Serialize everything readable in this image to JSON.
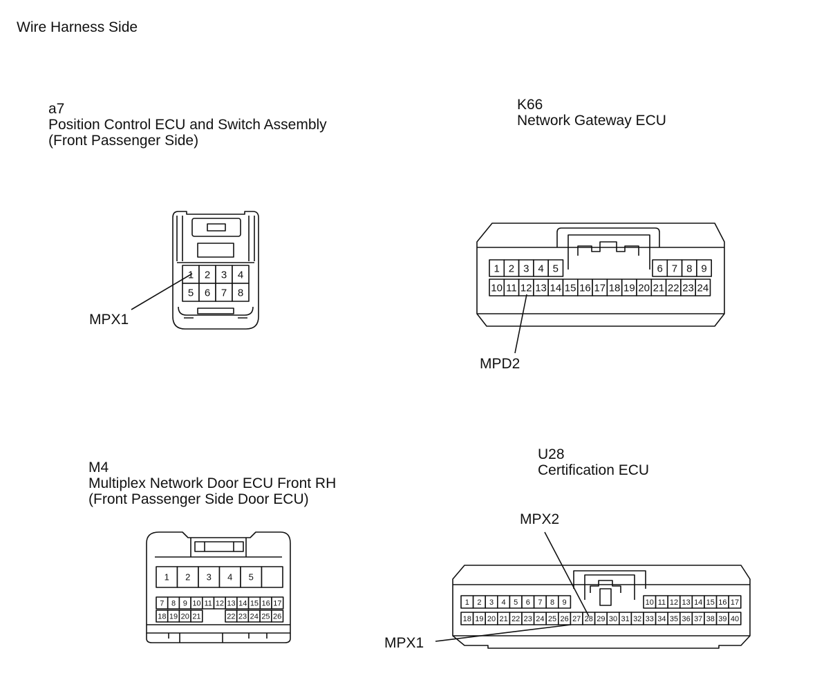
{
  "title": "Wire Harness Side",
  "connectors": {
    "a7": {
      "code": "a7",
      "name": "Position Control ECU and Switch Assembly",
      "note": "(Front Passenger Side)",
      "pins": [
        [
          "1",
          "2",
          "3",
          "4"
        ],
        [
          "5",
          "6",
          "7",
          "8"
        ]
      ],
      "callouts": [
        "MPX1"
      ]
    },
    "k66": {
      "code": "K66",
      "name": "Network Gateway ECU",
      "pins_top": [
        "1",
        "2",
        "3",
        "4",
        "5",
        "6",
        "7",
        "8",
        "9"
      ],
      "pins_bottom": [
        "10",
        "11",
        "12",
        "13",
        "14",
        "15",
        "16",
        "17",
        "18",
        "19",
        "20",
        "21",
        "22",
        "23",
        "24"
      ],
      "callouts": [
        "MPD2"
      ]
    },
    "m4": {
      "code": "M4",
      "name": "Multiplex Network Door ECU Front RH",
      "note": "(Front Passenger Side Door ECU)",
      "pins_large": [
        "1",
        "2",
        "3",
        "4",
        "5"
      ],
      "pins_row2": [
        "7",
        "8",
        "9",
        "10",
        "11",
        "12",
        "13",
        "14",
        "15",
        "16",
        "17"
      ],
      "pins_row3_left": [
        "18",
        "19",
        "20",
        "21"
      ],
      "pins_row3_right": [
        "22",
        "23",
        "24",
        "25",
        "26"
      ]
    },
    "u28": {
      "code": "U28",
      "name": "Certification ECU",
      "pins_top_left": [
        "1",
        "2",
        "3",
        "4",
        "5",
        "6",
        "7",
        "8",
        "9"
      ],
      "pins_top_right": [
        "10",
        "11",
        "12",
        "13",
        "14",
        "15",
        "16",
        "17"
      ],
      "pins_bottom": [
        "18",
        "19",
        "20",
        "21",
        "22",
        "23",
        "24",
        "25",
        "26",
        "27",
        "28",
        "29",
        "30",
        "31",
        "32",
        "33",
        "34",
        "35",
        "36",
        "37",
        "38",
        "39",
        "40"
      ],
      "callouts": [
        "MPX2",
        "MPX1"
      ]
    }
  },
  "colors": {
    "line": "#111111",
    "pin_fill": "#ffffff",
    "page": "#ffffff"
  }
}
